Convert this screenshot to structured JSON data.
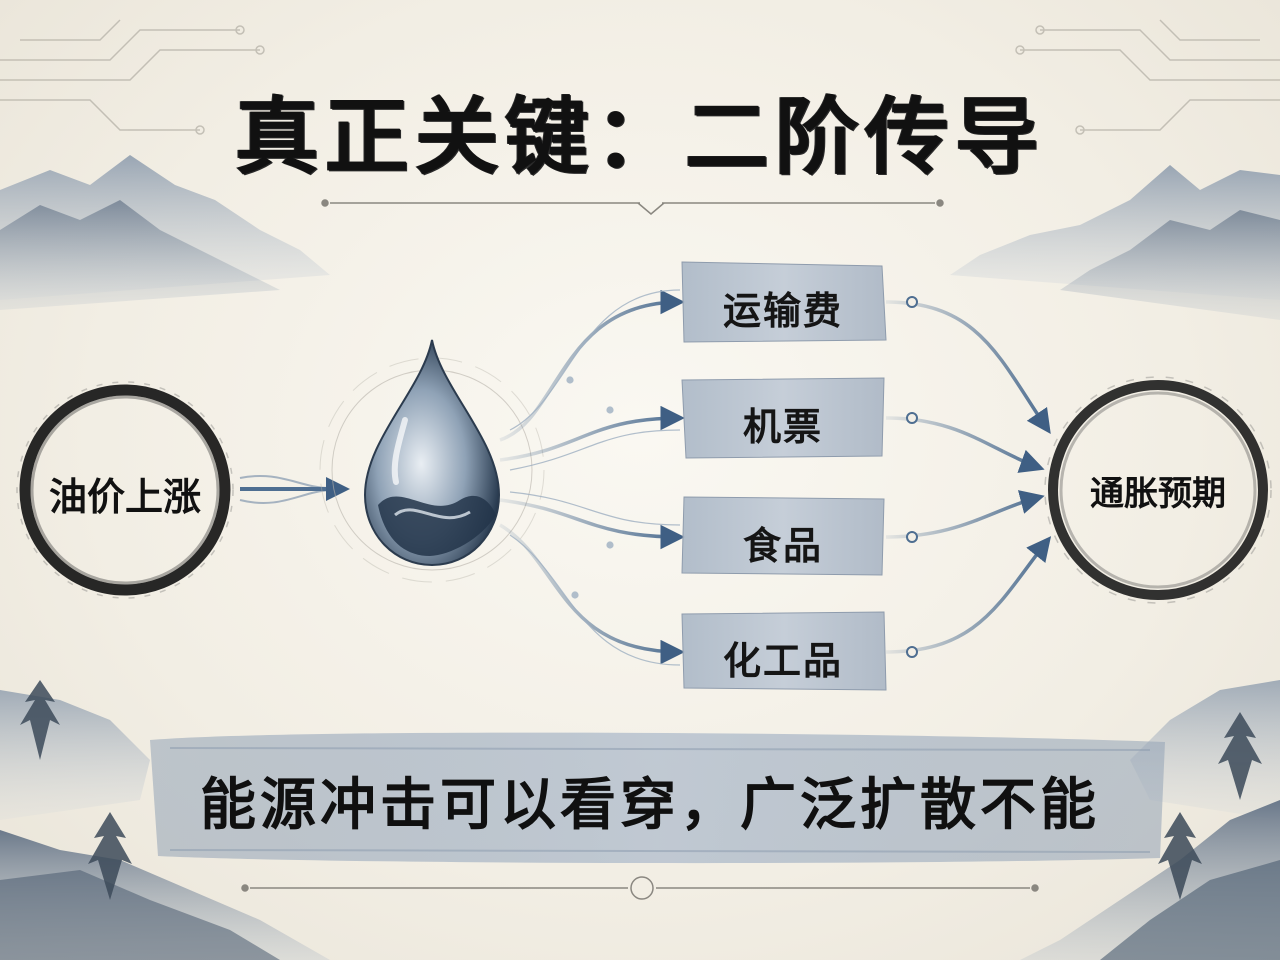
{
  "title": "真正关键：二阶传导",
  "source": {
    "label": "油价上涨"
  },
  "transmission_icon": "water-drop-icon",
  "channels": [
    {
      "label": "运输费"
    },
    {
      "label": "机票"
    },
    {
      "label": "食品"
    },
    {
      "label": "化工品"
    }
  ],
  "target": {
    "label": "通胀预期"
  },
  "conclusion": "能源冲击可以看穿，广泛扩散不能",
  "colors": {
    "ink": "#141414",
    "accent_blue": "#4e6e91",
    "box_fill": "#b9c4d1",
    "paper": "#f3efe6"
  }
}
